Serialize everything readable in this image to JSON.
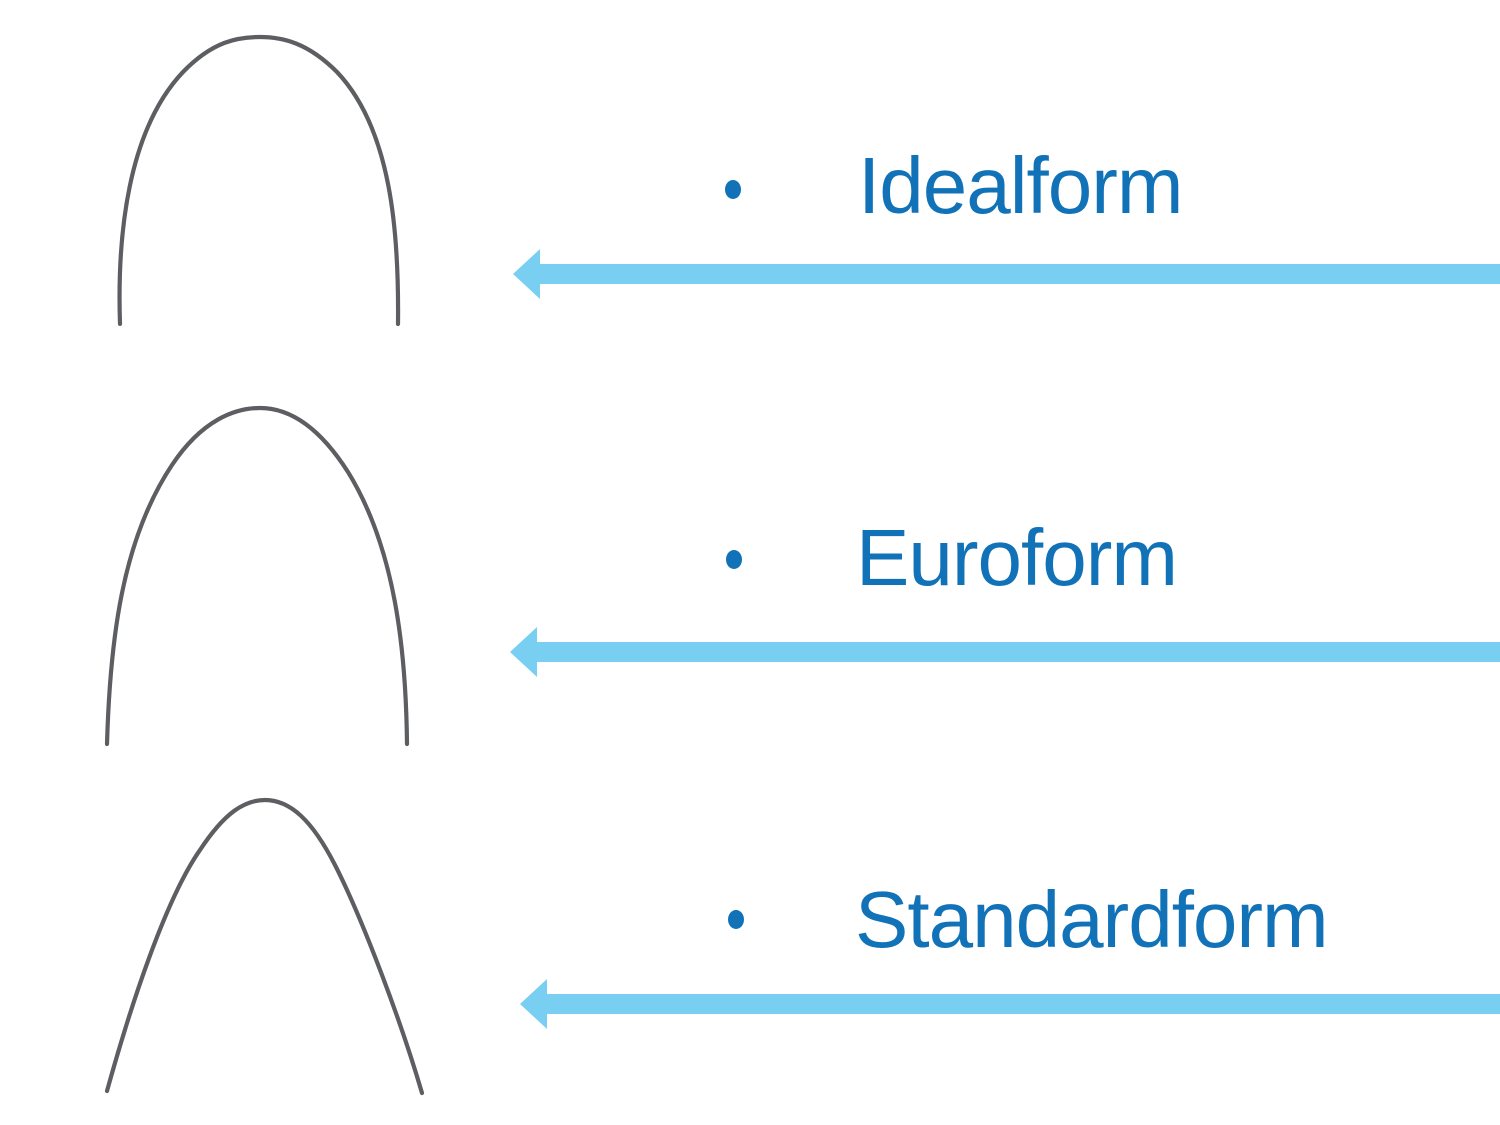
{
  "colors": {
    "background": "#ffffff",
    "text-blue": "#1172b8",
    "arrow-blue": "#78cff2",
    "wire-gray": "#5d5e61"
  },
  "list": {
    "items": [
      {
        "label": "Idealform",
        "bullet_icon": "dot",
        "arrow_icon": "left-arrow",
        "image": "archwire-idealform"
      },
      {
        "label": "Euroform",
        "bullet_icon": "dot",
        "arrow_icon": "left-arrow",
        "image": "archwire-euroform"
      },
      {
        "label": "Standardform",
        "bullet_icon": "dot",
        "arrow_icon": "left-arrow",
        "image": "archwire-standardform"
      }
    ]
  }
}
